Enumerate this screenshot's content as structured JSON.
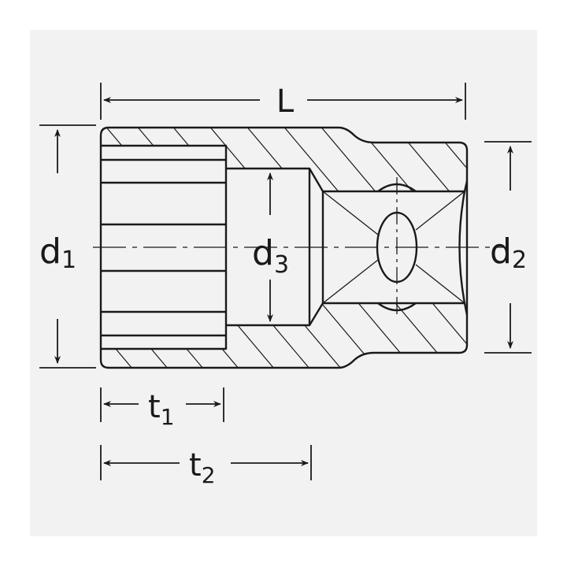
{
  "diagram": {
    "title": "Socket wrench insert cross-section dimension drawing",
    "background_color": "#f2f2f2",
    "line_color": "#1a1a1a",
    "dimensions": {
      "L": {
        "symbol": "L",
        "subscript": ""
      },
      "d1": {
        "symbol": "d",
        "subscript": "1"
      },
      "d2": {
        "symbol": "d",
        "subscript": "2"
      },
      "d3": {
        "symbol": "d",
        "subscript": "3"
      },
      "t1": {
        "symbol": "t",
        "subscript": "1"
      },
      "t2": {
        "symbol": "t",
        "subscript": "2"
      }
    }
  }
}
